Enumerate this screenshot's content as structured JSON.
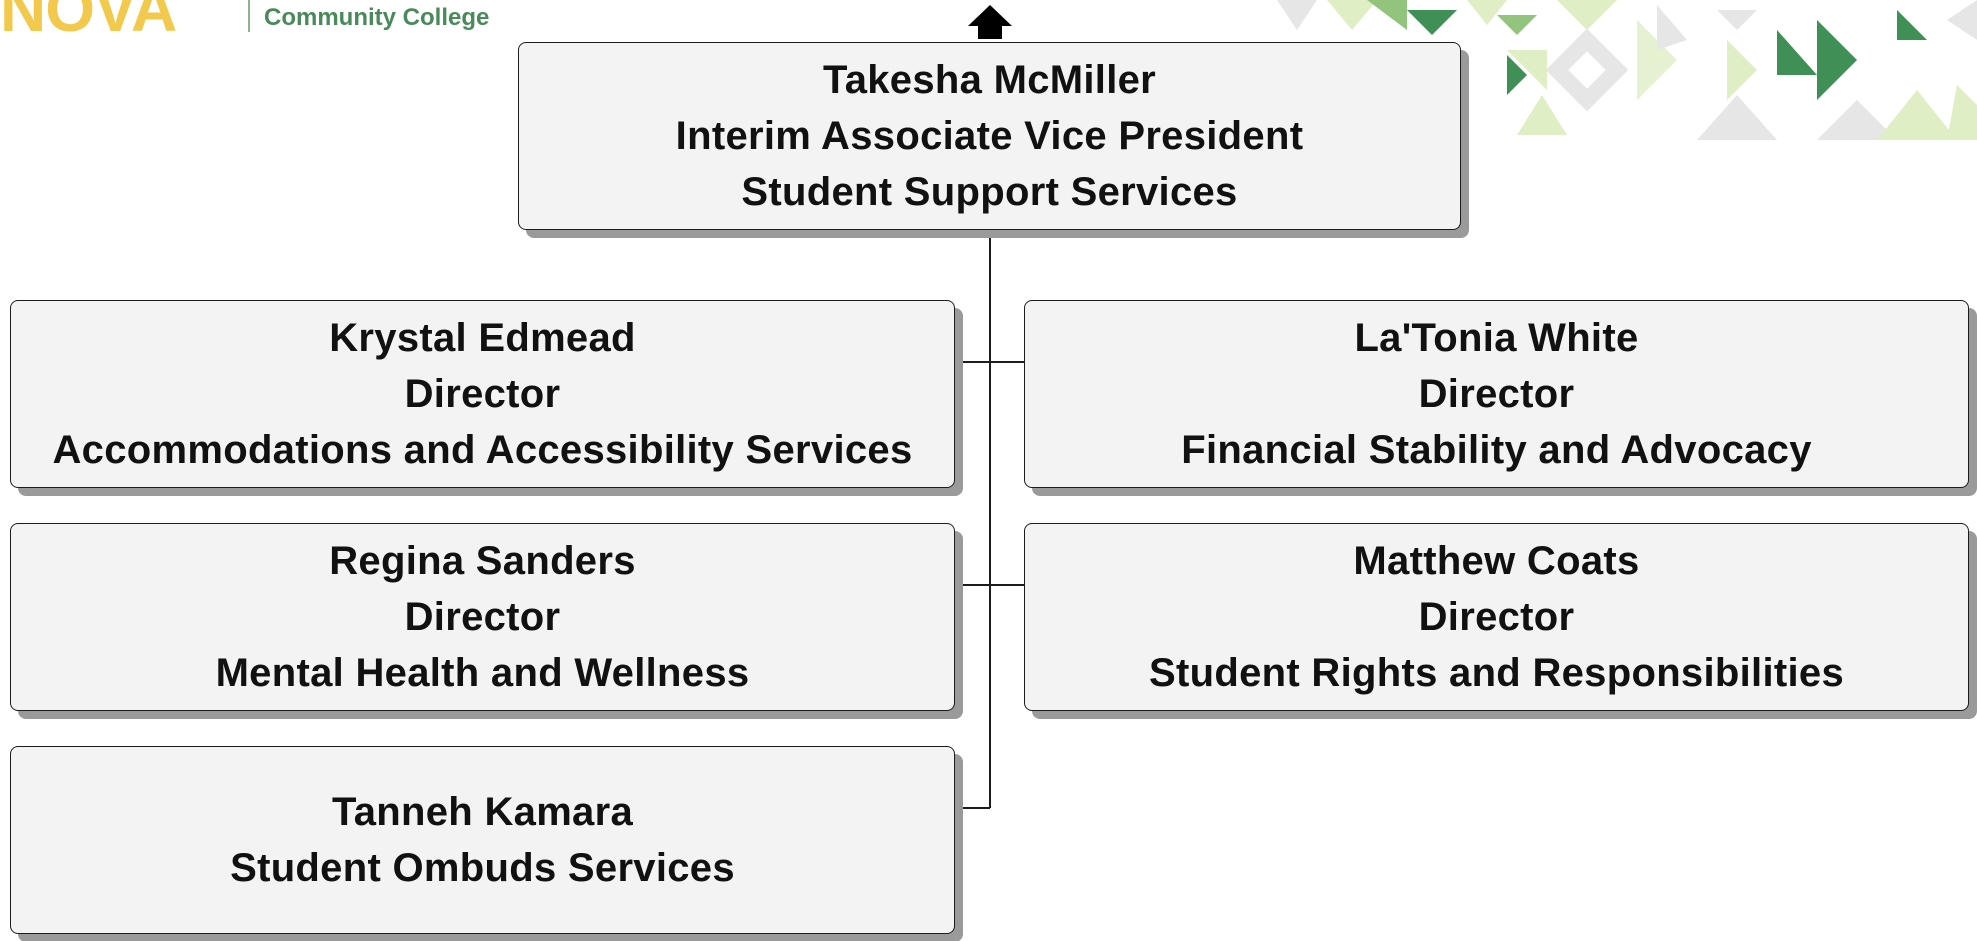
{
  "logo": {
    "wordmark": "NOVA",
    "subtitle": "Community College",
    "colors": {
      "wordmark": "#f2c94c",
      "subtitle": "#4a8a5a"
    }
  },
  "org_chart": {
    "top": {
      "name": "Takesha McMiller",
      "title": "Interim Associate Vice President",
      "unit": "Student Support Services"
    },
    "reports": [
      {
        "name": "Krystal Edmead",
        "title": "Director",
        "unit": "Accommodations and Accessibility Services"
      },
      {
        "name": "La'Tonia White",
        "title": "Director",
        "unit": "Financial Stability and Advocacy"
      },
      {
        "name": "Regina Sanders",
        "title": "Director",
        "unit": "Mental Health and Wellness"
      },
      {
        "name": "Matthew Coats",
        "title": "Director",
        "unit": "Student Rights and Responsibilities"
      },
      {
        "name": "Tanneh Kamara",
        "unit": "Student Ombuds Services"
      }
    ]
  },
  "colors": {
    "box_fill": "#f3f3f3",
    "box_border": "#1c1c1c",
    "box_shadow": "#9a9a9a",
    "text": "#111111",
    "deco_light": "#dfeec4",
    "deco_mid": "#93c47d",
    "deco_dark": "#3f8f56",
    "deco_grey": "#e6e6e6"
  },
  "icons": {
    "up_arrow": "up-arrow-icon"
  }
}
